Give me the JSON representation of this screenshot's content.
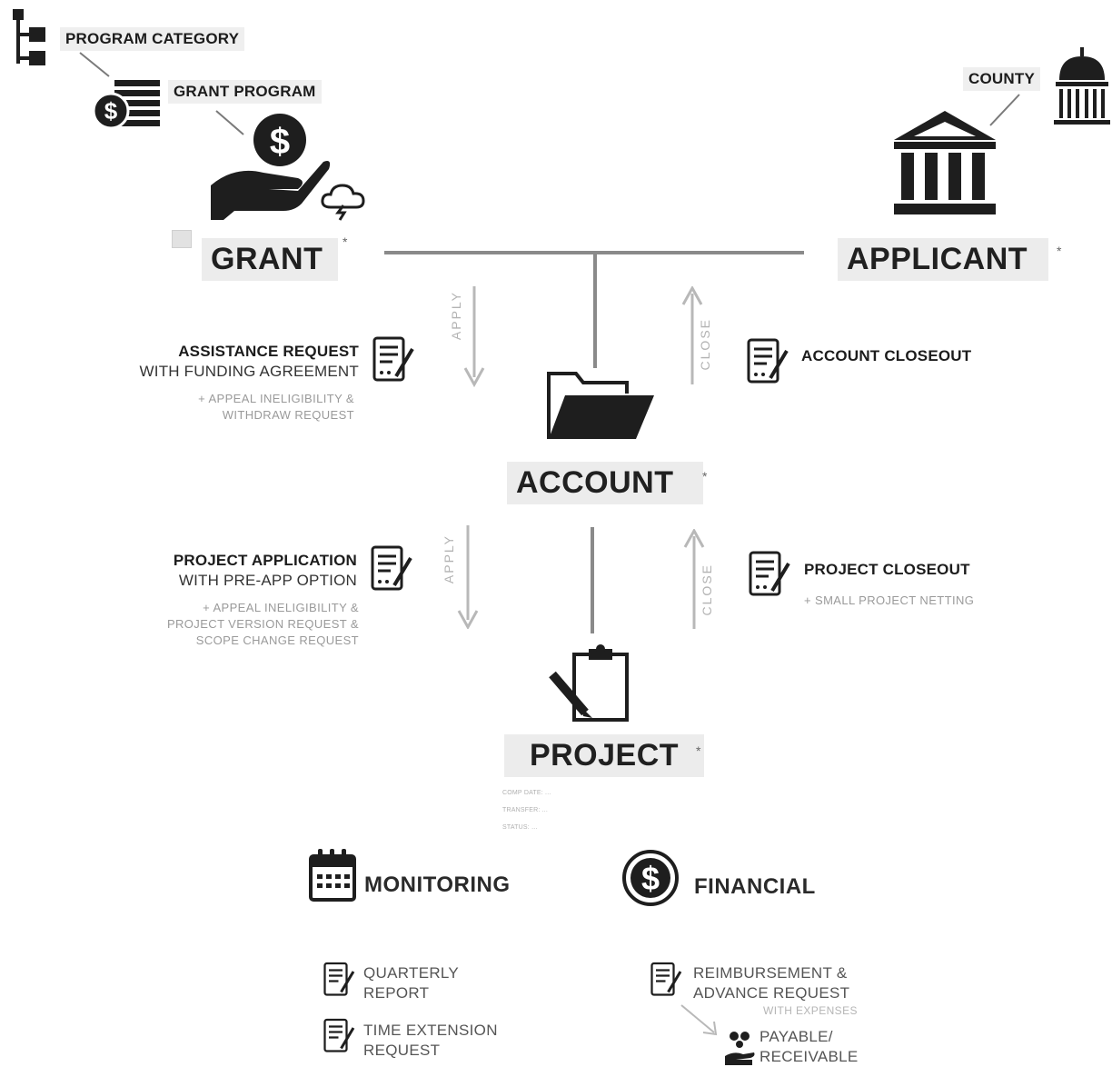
{
  "labels": {
    "program_category": "PROGRAM CATEGORY",
    "grant_program": "GRANT PROGRAM",
    "county": "COUNTY",
    "grant": "GRANT",
    "applicant": "APPLICANT",
    "account": "ACCOUNT",
    "project": "PROJECT",
    "star": "*"
  },
  "apply_close": {
    "apply": "APPLY",
    "close": "CLOSE"
  },
  "assistance": {
    "line1": "ASSISTANCE REQUEST",
    "line2": "WITH FUNDING AGREEMENT",
    "note1": "+ APPEAL INELIGIBILITY &",
    "note2": "WITHDRAW REQUEST"
  },
  "account_closeout": "ACCOUNT CLOSEOUT",
  "project_application": {
    "line1": "PROJECT APPLICATION",
    "line2": "WITH PRE-APP OPTION",
    "note1": "+ APPEAL INELIGIBILITY &",
    "note2": "PROJECT VERSION REQUEST &",
    "note3": "SCOPE CHANGE REQUEST"
  },
  "project_closeout": {
    "title": "PROJECT CLOSEOUT",
    "note": "+ SMALL PROJECT NETTING"
  },
  "project_notes": {
    "line1": "COMP DATE: ...",
    "line2": "TRANSFER: ...",
    "line3": "STATUS: ..."
  },
  "monitoring": {
    "title": "MONITORING",
    "quarterly_1": "QUARTERLY",
    "quarterly_2": "REPORT",
    "time_ext_1": "TIME EXTENSION",
    "time_ext_2": "REQUEST"
  },
  "financial": {
    "title": "FINANCIAL",
    "reimb_1": "REIMBURSEMENT &",
    "reimb_2": "ADVANCE REQUEST",
    "reimb_note": "WITH EXPENSES",
    "payable_1": "PAYABLE/",
    "payable_2": "RECEIVABLE"
  },
  "icons": [
    "hierarchy-icon",
    "money-list-icon",
    "hand-coin-icon",
    "cloud-bolt-icon",
    "capitol-dome-icon",
    "bank-building-icon",
    "form-edit-icon",
    "folder-icon",
    "clipboard-pencil-icon",
    "calendar-icon",
    "dollar-circle-icon",
    "hand-coins-icon"
  ],
  "colors": {
    "line": "#888888",
    "arrow": "#b8b8b8",
    "icon": "#1e1e1e",
    "label_bg": "#ececec"
  }
}
